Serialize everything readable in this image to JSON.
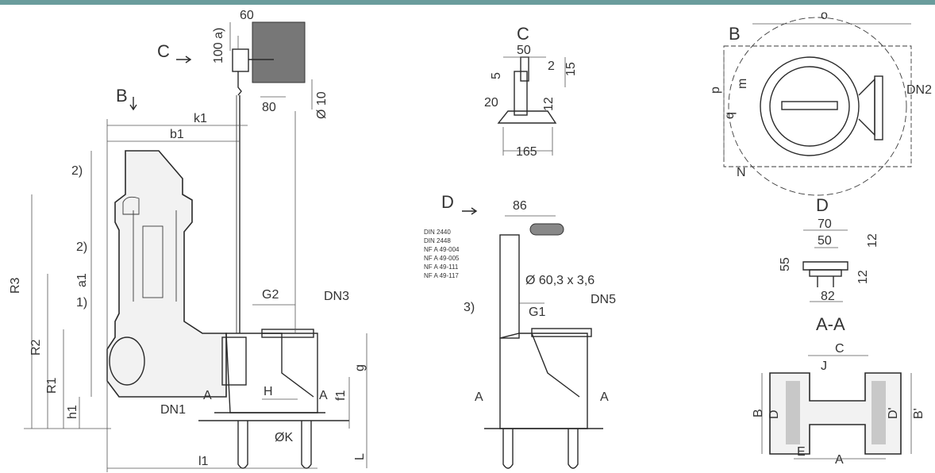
{
  "header": {
    "bar_color": "#6a9c9c"
  },
  "view_main": {
    "C_arrow": "C",
    "B_arrow": "B",
    "dim_60": "60",
    "dim_100a": "100 a)",
    "dim_80": "80",
    "dim_10": "Ø 10",
    "k1": "k1",
    "b1": "b1",
    "note2a": "2)",
    "note2b": "2)",
    "note1": "1)",
    "a1": "a1",
    "R3": "R3",
    "R2": "R2",
    "R1": "R1",
    "h1": "h1",
    "G2": "G2",
    "DN3": "DN3",
    "g": "g",
    "f1": "f1",
    "H": "H",
    "A_left": "A",
    "A_right": "A",
    "DN1": "DN1",
    "OK": "ØK",
    "L": "L",
    "l1": "l1"
  },
  "view_C": {
    "title": "C",
    "d50": "50",
    "d5": "5",
    "d2": "2",
    "d15": "15",
    "d20": "20",
    "d12": "12",
    "d165": "165"
  },
  "view_D_side": {
    "title": "D",
    "d86": "86",
    "standards": [
      "DIN 2440",
      "DIN 2448",
      "NF A 49-004",
      "NF A 49-005",
      "NF A 49-111",
      "NF A 49-117"
    ],
    "pipe": "Ø 60,3 x 3,6",
    "note3": "3)",
    "G1": "G1",
    "DN5": "DN5",
    "A_left": "A",
    "A_right": "A"
  },
  "view_B": {
    "title": "B",
    "o": "o",
    "p": "p",
    "m": "m",
    "q": "q",
    "DN2": "DN2",
    "N": "N"
  },
  "view_D_small": {
    "title": "D",
    "d70": "70",
    "d50": "50",
    "d12a": "12",
    "d55": "55",
    "d12b": "12",
    "d82": "82"
  },
  "view_AA": {
    "title": "A-A",
    "C": "C",
    "J": "J",
    "B": "B",
    "D": "D",
    "Dp": "D'",
    "Bp": "B'",
    "E": "E",
    "A": "A"
  }
}
